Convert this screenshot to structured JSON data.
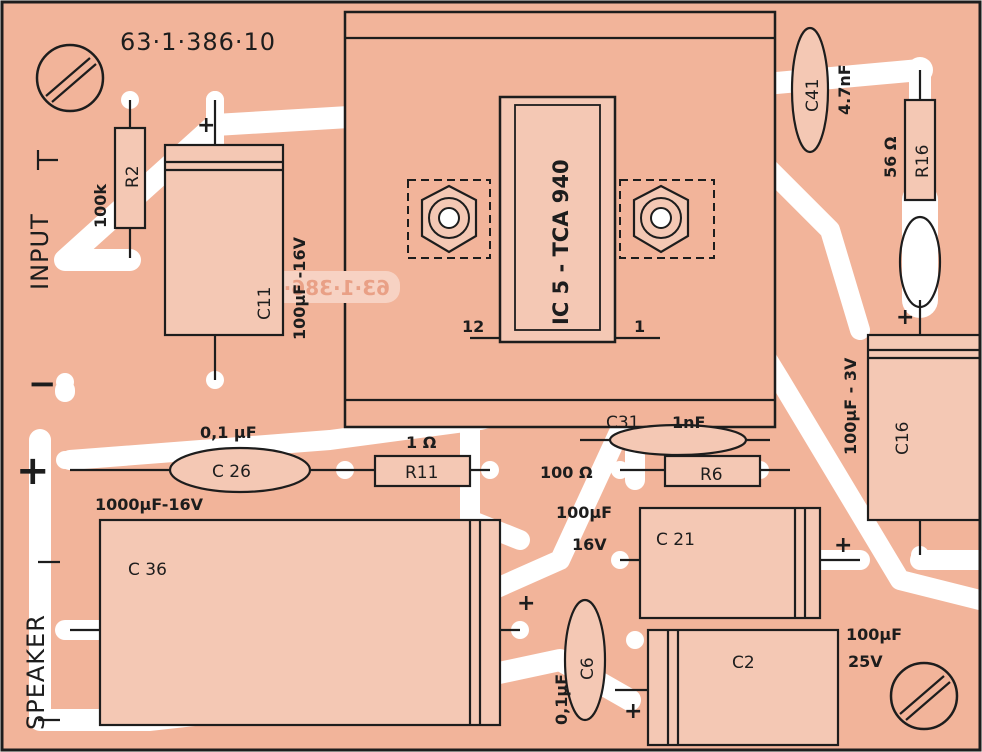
{
  "board_code": "63·1·386·10",
  "board_code_mirrored": "63·1·386·10",
  "connectors": {
    "input_label": "INPUT",
    "speaker_label": "SPEAKER",
    "minus_symbol": "−",
    "plus_symbol": "+"
  },
  "ic": {
    "ref": "IC 5 - TCA 940",
    "pin_left": "12",
    "pin_right": "1"
  },
  "components": {
    "r2": {
      "ref": "R2",
      "value": "100k"
    },
    "c11": {
      "ref": "C11",
      "value": "100µF -16V"
    },
    "c41": {
      "ref": "C41",
      "value": "4.7nF"
    },
    "r16": {
      "ref": "R16",
      "value": "56 Ω"
    },
    "c16": {
      "ref": "C16",
      "value": "100µF - 3V"
    },
    "c26": {
      "ref": "C 26",
      "value": "0,1 µF"
    },
    "r11": {
      "ref": "R11",
      "value": "1 Ω"
    },
    "c31": {
      "ref": "C31",
      "value": "1nF"
    },
    "r6": {
      "ref": "R6",
      "value": "100 Ω"
    },
    "c36": {
      "ref": "C 36",
      "value": "1000µF-16V"
    },
    "c21": {
      "ref": "C 21",
      "value_line1": "100µF",
      "value_line2": "16V"
    },
    "c6": {
      "ref": "C6",
      "value": "0,1µF"
    },
    "c2": {
      "ref": "C2",
      "value_line1": "100µF",
      "value_line2": "25V"
    }
  },
  "colors": {
    "copper": "#f2b49a",
    "traces": "#ffffff",
    "ink": "#1d1d1d"
  },
  "icons": [
    "mounting-screw-icon",
    "heatsink-bolt-icon"
  ]
}
